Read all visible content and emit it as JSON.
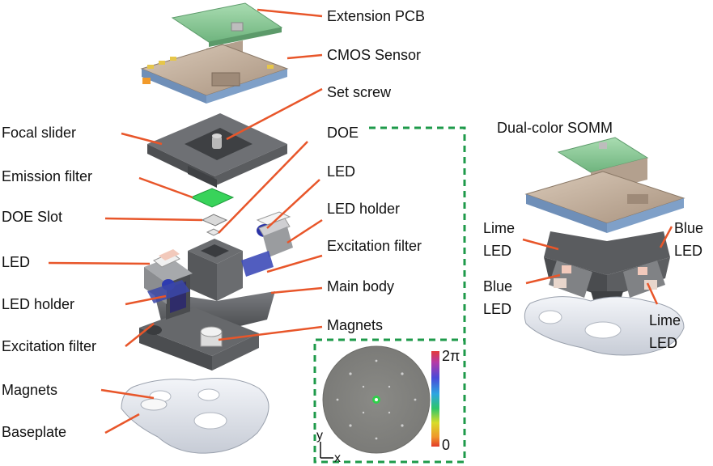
{
  "labels": {
    "extension_pcb": "Extension PCB",
    "cmos_sensor": "CMOS Sensor",
    "set_screw": "Set screw",
    "focal_slider": "Focal slider",
    "doe": "DOE",
    "led_right": "LED",
    "emission_filter": "Emission filter",
    "led_holder_right": "LED holder",
    "doe_slot": "DOE Slot",
    "excitation_filter_right": "Excitation filter",
    "led_left": "LED",
    "main_body": "Main body",
    "led_holder_left": "LED holder",
    "magnets_right": "Magnets",
    "excitation_filter_left": "Excitation filter",
    "magnets_left": "Magnets",
    "baseplate": "Baseplate"
  },
  "inset": {
    "scale_max": "2π",
    "scale_min": "0",
    "axis_y": "y",
    "axis_x": "x"
  },
  "somm": {
    "title": "Dual-color SOMM",
    "lime_led_left_1": "Lime",
    "lime_led_left_2": "LED",
    "blue_led_right_1": "Blue",
    "blue_led_right_2": "LED",
    "blue_led_left_1": "Blue",
    "blue_led_left_2": "LED",
    "lime_led_right_1": "Lime",
    "lime_led_right_2": "LED"
  },
  "colors": {
    "leader_line": "#e8562a",
    "dashed_box": "#1e9a4a",
    "pcb_green": "#8fcf9a",
    "sensor_tan": "#c8b6a4",
    "body_gray": "#5c5e61",
    "baseplate": "#e4e8ef",
    "emission_filter": "#2ec24a"
  }
}
